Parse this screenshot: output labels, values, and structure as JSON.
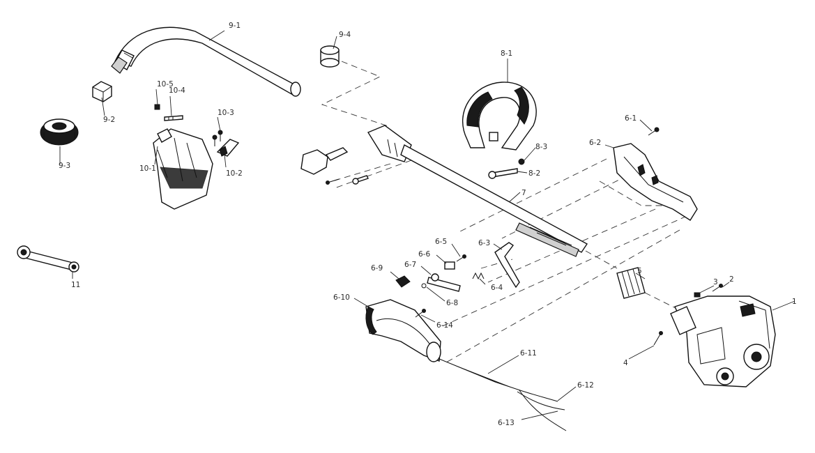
{
  "diagram": {
    "labels": {
      "l1": "1",
      "l2": "2",
      "l3": "3",
      "l4": "4",
      "l5": "5",
      "l6_1": "6-1",
      "l6_2": "6-2",
      "l6_3": "6-3",
      "l6_4": "6-4",
      "l6_5": "6-5",
      "l6_6": "6-6",
      "l6_7": "6-7",
      "l6_8": "6-8",
      "l6_9": "6-9",
      "l6_10": "6-10",
      "l6_11": "6-11",
      "l6_12": "6-12",
      "l6_13": "6-13",
      "l6_14": "6-14",
      "l7": "7",
      "l8_1": "8-1",
      "l8_2": "8-2",
      "l8_3": "8-3",
      "l9_1": "9-1",
      "l9_2": "9-2",
      "l9_3": "9-3",
      "l9_4": "9-4",
      "l10_1": "10-1",
      "l10_2": "10-2",
      "l10_3": "10-3",
      "l10_4": "10-4",
      "l10_5": "10-5",
      "l11": "11"
    }
  }
}
